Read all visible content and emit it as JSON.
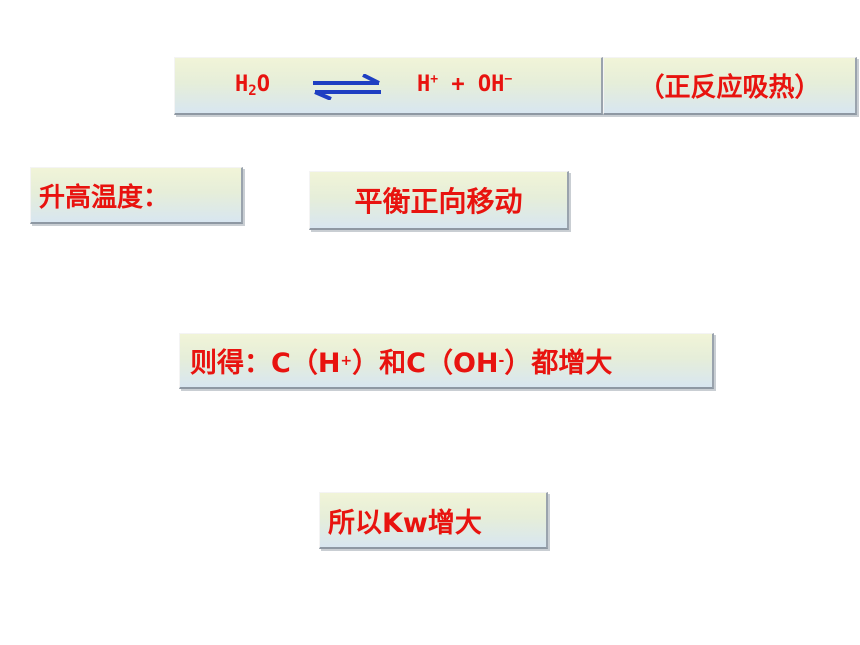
{
  "equation": {
    "reactant": "H",
    "reactant_sub": "2",
    "reactant_end": "O",
    "arrow_icon": "reversible-arrow-icon",
    "arrow_color": "#1e3fc2",
    "product_a": "H",
    "product_a_sup": "+",
    "plus": " + ",
    "product_b": "OH",
    "product_b_sup": "−"
  },
  "note": "（正反应吸热）",
  "step1": "升高温度：",
  "step2": "平衡正向移动",
  "step3": {
    "prefix": "则得：C（H",
    "sup1": "+",
    "middle": "）和C（OH",
    "sup2": "-",
    "suffix": "）都增大"
  },
  "step4": "所以Kw增大",
  "colors": {
    "text": "#e8130f",
    "box_top": "#f1f4d8",
    "box_bottom": "#d8e6f0"
  }
}
